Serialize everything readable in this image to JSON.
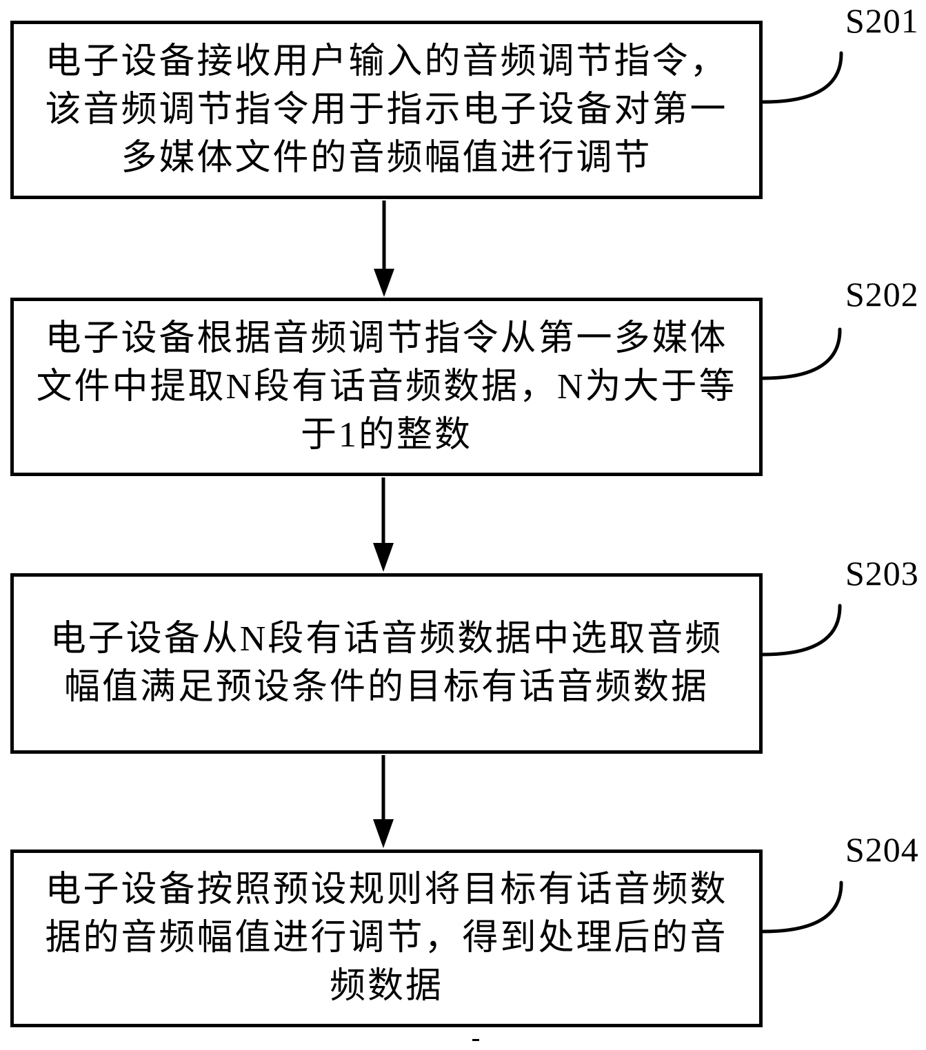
{
  "diagram": {
    "title_hint": "audio adjustment method flowchart",
    "background_color": "#ffffff",
    "line_color": "#000000",
    "steps": [
      {
        "id": "S201",
        "lines": [
          "电子设备接收用户输入的音频调节指令，",
          "该音频调节指令用于指示电子设备对第一",
          "多媒体文件的音频幅值进行调节"
        ]
      },
      {
        "id": "S202",
        "lines": [
          "电子设备根据音频调节指令从第一多媒体",
          "文件中提取N段有话音频数据，N为大于等",
          "于1的整数"
        ]
      },
      {
        "id": "S203",
        "lines": [
          "电子设备从N段有话音频数据中选取音频",
          "幅值满足预设条件的目标有话音频数据"
        ]
      },
      {
        "id": "S204",
        "lines": [
          "电子设备按照预设规则将目标有话音频数",
          "据的音频幅值进行调节，得到处理后的音",
          "频数据"
        ]
      }
    ]
  }
}
